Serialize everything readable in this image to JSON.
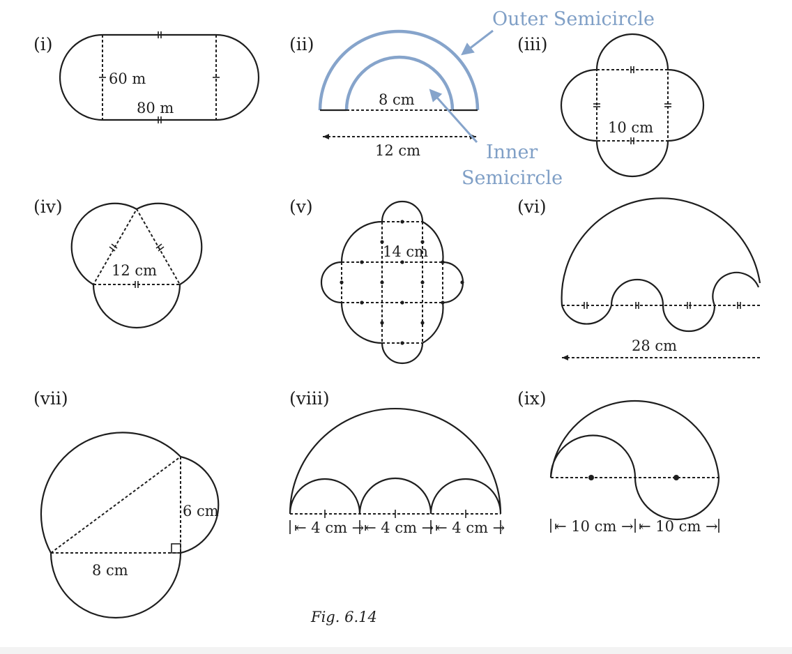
{
  "figures": {
    "i": {
      "label": "(i)",
      "width": "60 m",
      "length": "80 m"
    },
    "ii": {
      "label": "(ii)",
      "inner_diameter": "8 cm",
      "outer_diameter": "12 cm",
      "outer_annotation": "Outer Semicircle",
      "inner_annotation_line1": "Inner",
      "inner_annotation_line2": "Semicircle"
    },
    "iii": {
      "label": "(iii)",
      "side": "10 cm"
    },
    "iv": {
      "label": "(iv)",
      "side": "12 cm"
    },
    "v": {
      "label": "(v)",
      "side": "14 cm"
    },
    "vi": {
      "label": "(vi)",
      "diameter": "28 cm"
    },
    "vii": {
      "label": "(vii)",
      "height": "6 cm",
      "base": "8 cm"
    },
    "viii": {
      "label": "(viii)",
      "seg1": "4 cm",
      "seg2": "4 cm",
      "seg3": "4 cm"
    },
    "ix": {
      "label": "(ix)",
      "seg1": "10 cm",
      "seg2": "10 cm"
    }
  },
  "caption": "Fig. 6.14",
  "colors": {
    "ink": "#1e1e1e",
    "annotation": "#86a4cb"
  }
}
